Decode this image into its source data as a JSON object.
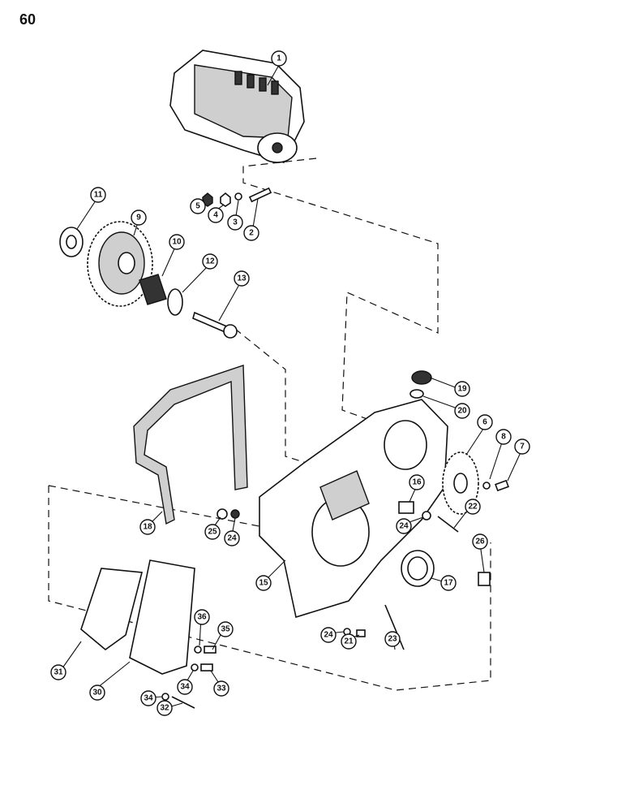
{
  "page": {
    "number": "60"
  },
  "callouts": [
    "1",
    "2",
    "3",
    "4",
    "5",
    "6",
    "7",
    "8",
    "9",
    "10",
    "11",
    "12",
    "13",
    "15",
    "16",
    "17",
    "18",
    "19",
    "20",
    "21",
    "22",
    "23",
    "24",
    "24",
    "24",
    "25",
    "26",
    "30",
    "31",
    "32",
    "33",
    "34",
    "34",
    "35",
    "36"
  ]
}
